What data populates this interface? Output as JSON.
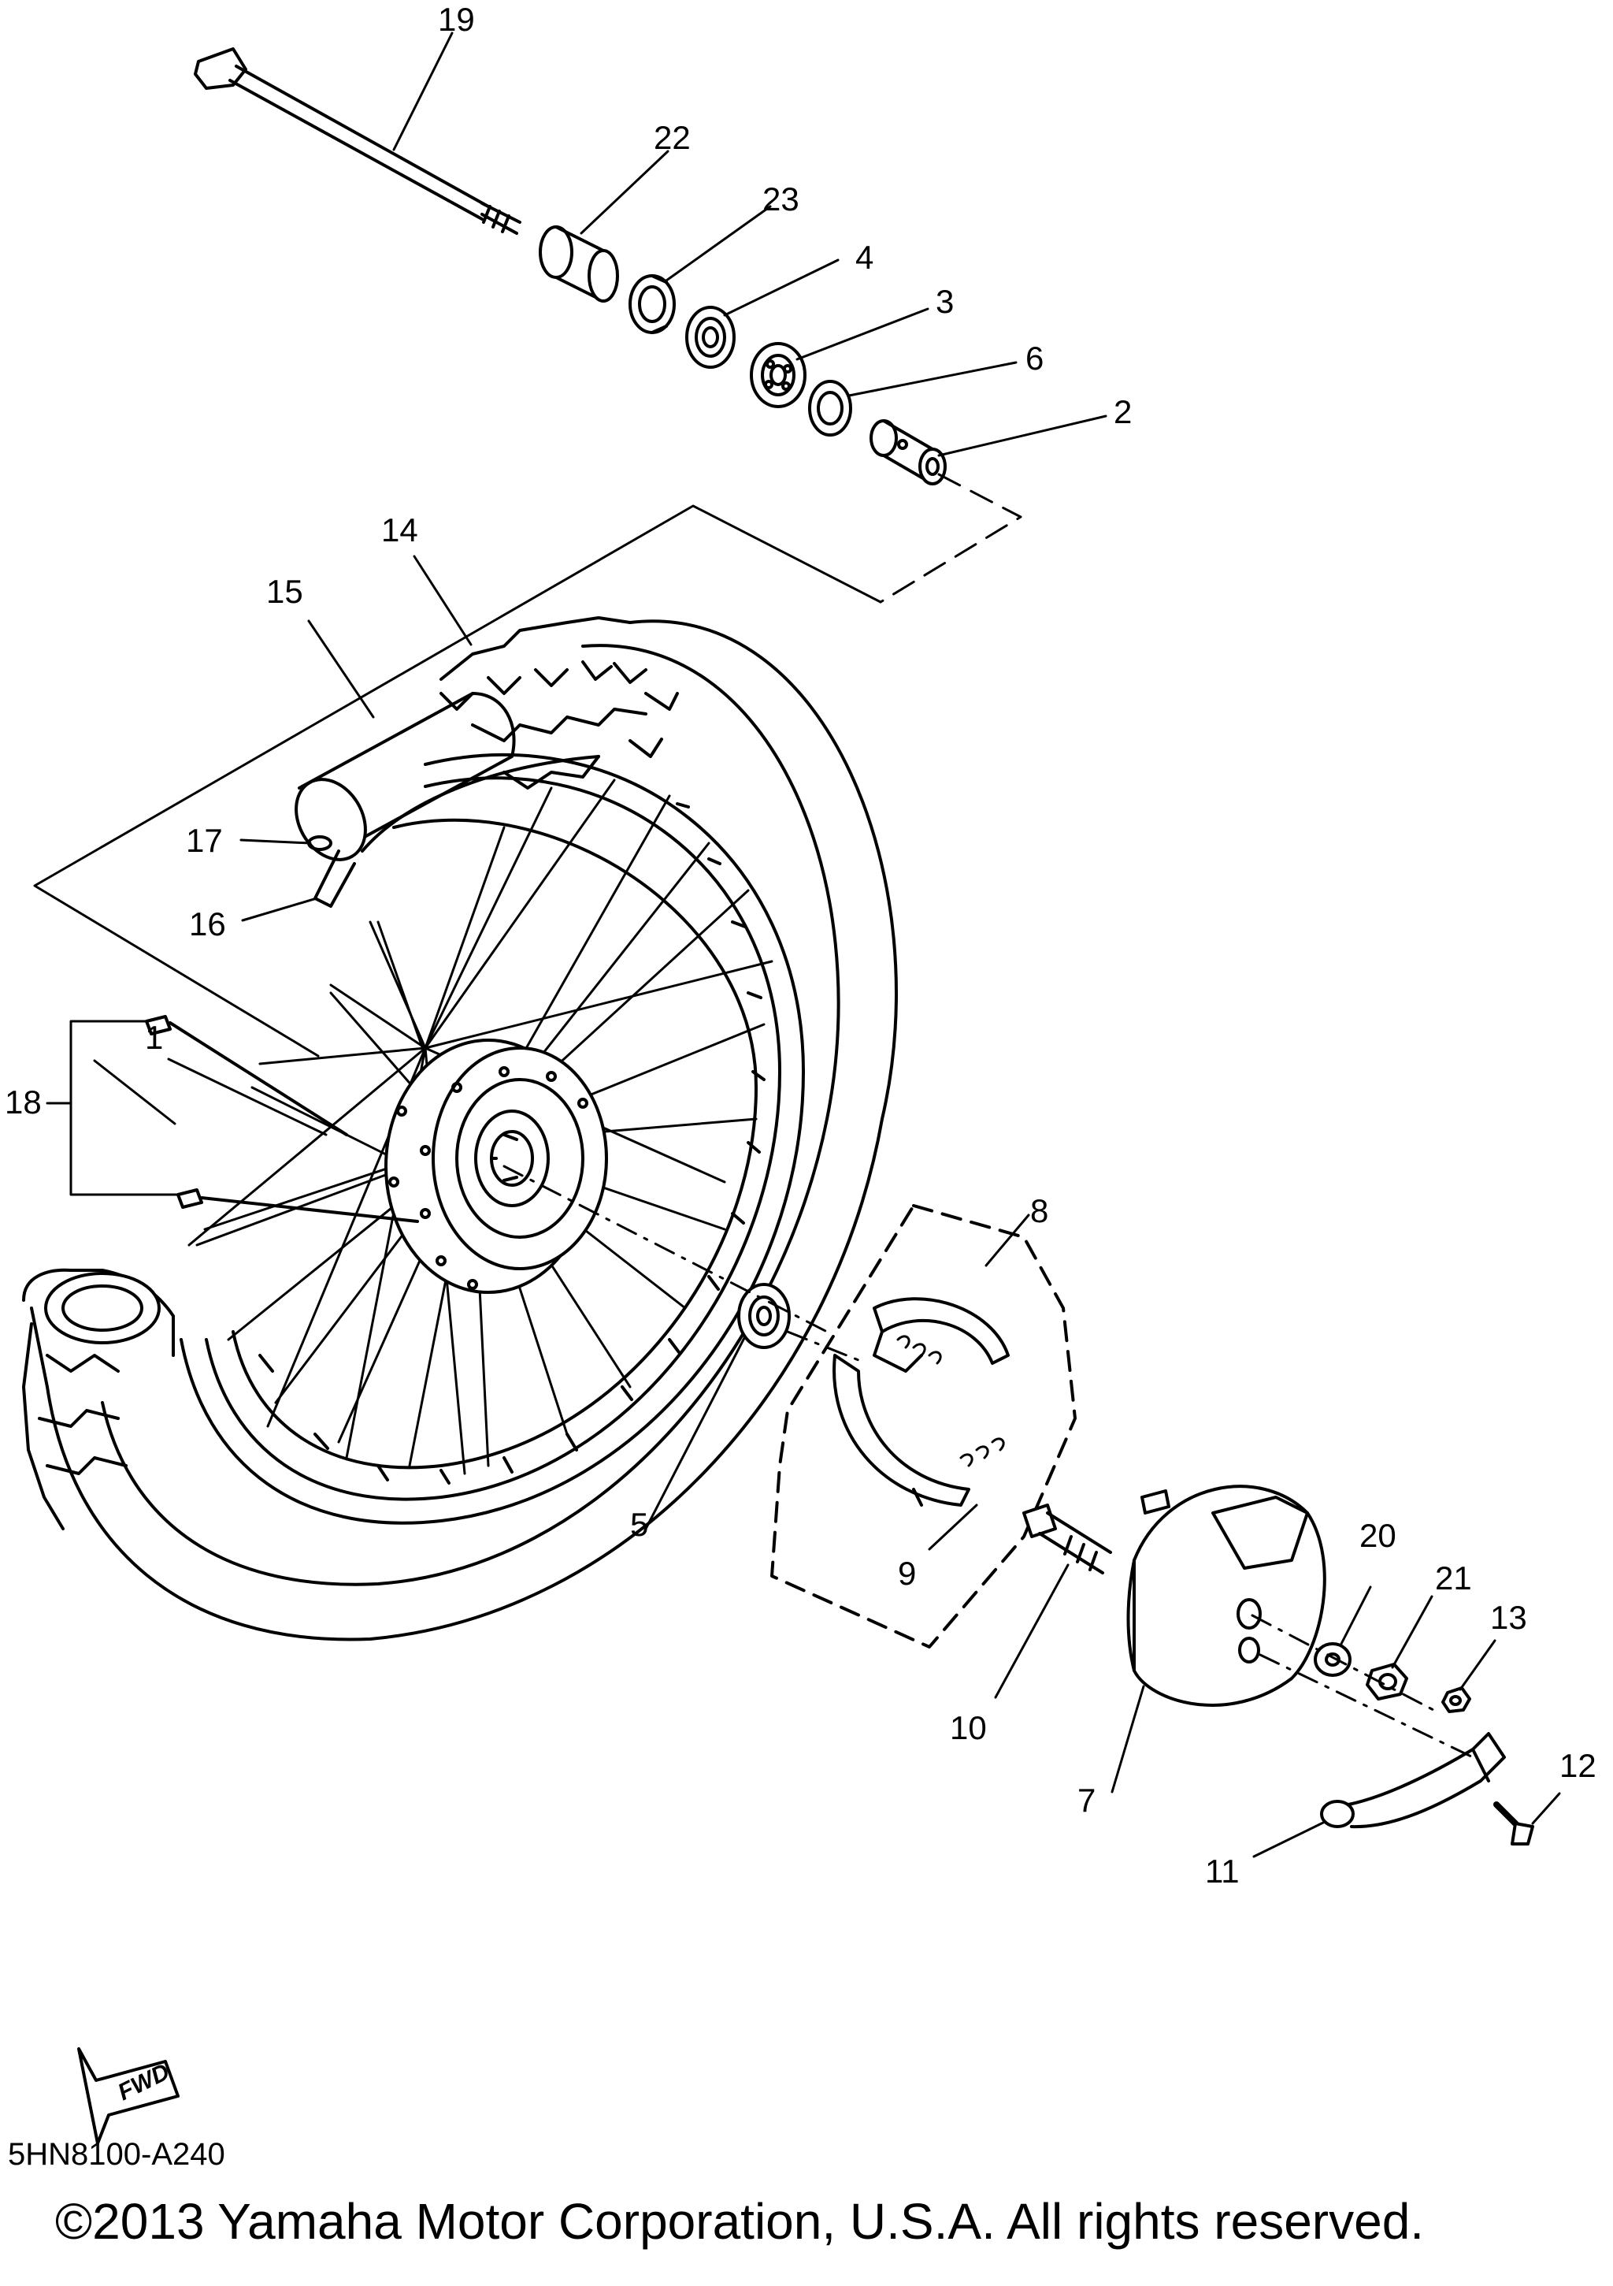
{
  "diagram": {
    "callouts": {
      "c1": "1",
      "c2": "2",
      "c3": "3",
      "c4": "4",
      "c5": "5",
      "c6": "6",
      "c7": "7",
      "c8": "8",
      "c9": "9",
      "c10": "10",
      "c11": "11",
      "c12": "12",
      "c13": "13",
      "c14": "14",
      "c15": "15",
      "c16": "16",
      "c17": "17",
      "c18": "18",
      "c19": "19",
      "c20": "20",
      "c21": "21",
      "c22": "22",
      "c23": "23"
    },
    "fwd_label": "FWD",
    "diagram_code": "5HN8100-A240",
    "copyright": "©2013 Yamaha Motor Corporation, U.S.A. All rights reserved."
  },
  "colors": {
    "line": "#000000",
    "background": "#ffffff"
  }
}
